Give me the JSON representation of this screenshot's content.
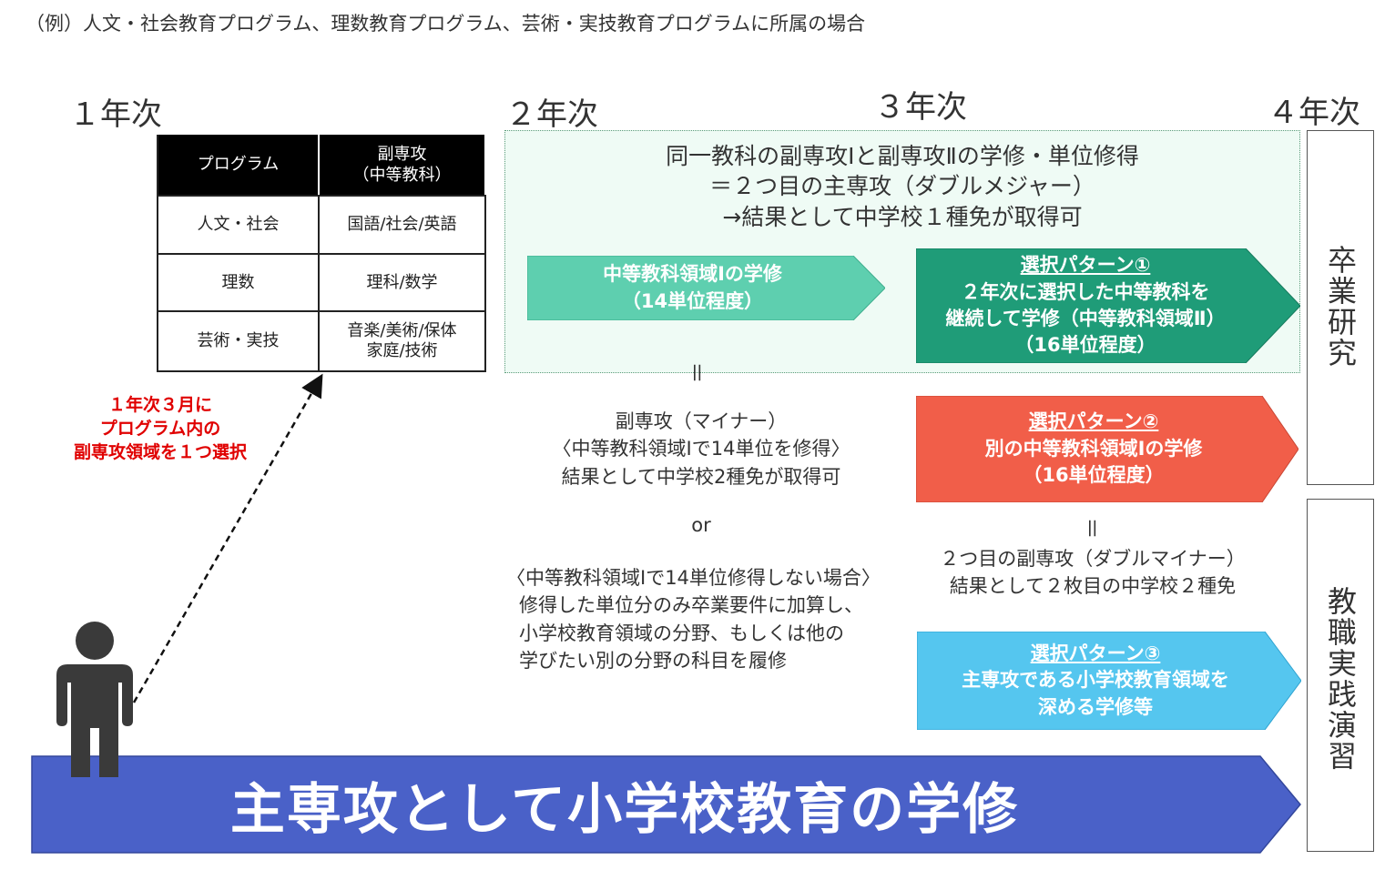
{
  "caption": "（例）人文・社会教育プログラム、理数教育プログラム、芸術・実技教育プログラムに所属の場合",
  "years": [
    "１年次",
    "２年次",
    "３年次",
    "４年次"
  ],
  "table": {
    "headers": [
      "プログラム",
      "副専攻\n（中等教科）"
    ],
    "rows": [
      [
        "人文・社会",
        "国語/社会/英語"
      ],
      [
        "理数",
        "理科/数学"
      ],
      [
        "芸術・実技",
        "音楽/美術/保体\n家庭/技術"
      ]
    ]
  },
  "zone_text": [
    "同一教科の副専攻Ⅰと副専攻Ⅱの学修・単位修得",
    "＝２つ目の主専攻（ダブルメジャー）",
    "→結果として中学校１種免が取得可"
  ],
  "green_arrow": [
    "中等教科領域Ⅰの学修",
    "（14単位程度）"
  ],
  "pattern1": {
    "title": "選択パターン①",
    "lines": [
      "２年次に選択した中等教科を",
      "継続して学修（中等教科領域Ⅱ）",
      "（16単位程度）"
    ]
  },
  "pattern2": {
    "title": "選択パターン②",
    "lines": [
      "別の中等教科領域Ⅰの学修",
      "（16単位程度）"
    ]
  },
  "pattern3": {
    "title": "選択パターン③",
    "lines": [
      "主専攻である小学校教育領域を",
      "深める学修等"
    ]
  },
  "equals": "＝",
  "minor_text": [
    "副専攻（マイナー）",
    "〈中等教科領域Ⅰで14単位を修得〉",
    "結果として中学校2種免が取得可"
  ],
  "or": "or",
  "not_text": [
    "〈中等教科領域Ⅰで14単位修得しない場合〉",
    "修得した単位分のみ卒業要件に加算し、",
    "小学校教育領域の分野、もしくは他の",
    "学びたい別の分野の科目を履修"
  ],
  "double_minor": [
    "２つ目の副専攻（ダブルマイナー）",
    "結果として２枚目の中学校２種免"
  ],
  "red_note": [
    "１年次３月に",
    "プログラム内の",
    "副専攻領域を１つ選択"
  ],
  "side_boxes": {
    "research": "卒業研究",
    "practice": "教職実践演習"
  },
  "main_bar": "主専攻として小学校教育の学修",
  "colors": {
    "green_light": "#5ecfaf",
    "green_dark": "#1f9c78",
    "red": "#f15e49",
    "blue_light": "#55c6ef",
    "blue_main": "#4a61c8",
    "zone_bg": "#effbf5"
  }
}
